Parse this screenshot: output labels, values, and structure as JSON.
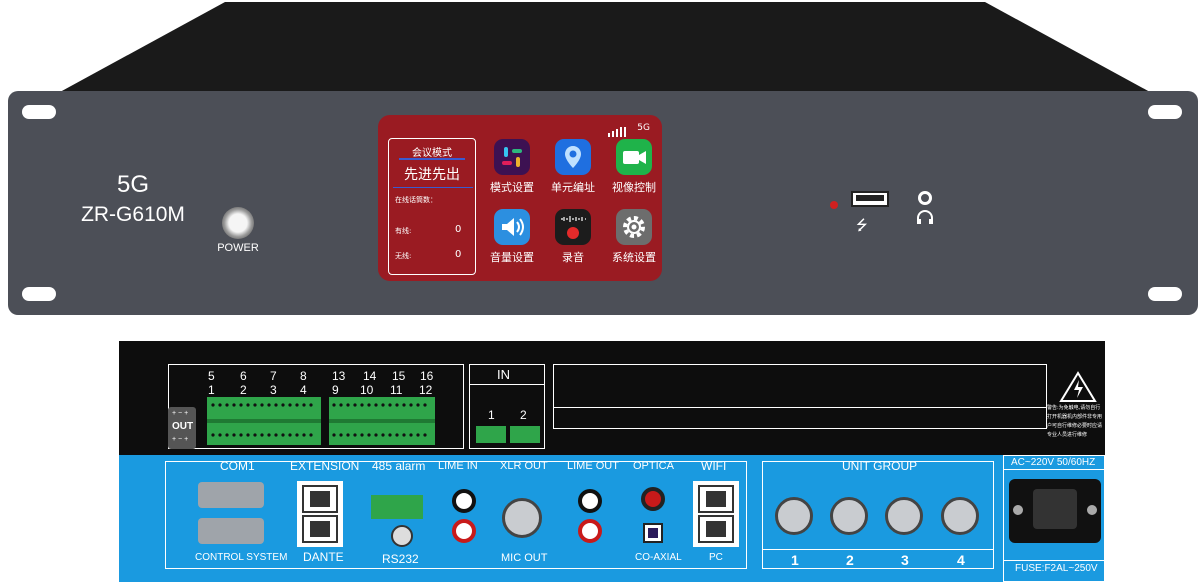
{
  "front": {
    "brand_line1": "5G",
    "brand_line2": "ZR-G610M",
    "power_label": "POWER",
    "screen": {
      "signal_label": "5G",
      "mode_title": "会议模式",
      "mode_value": "先进先出",
      "online_label": "在线话筒数：",
      "wired_label": "有线:",
      "wired_count": "0",
      "wireless_label": "无线:",
      "wireless_count": "0",
      "apps": [
        {
          "label": "模式设置",
          "icon": "slack-like-icon"
        },
        {
          "label": "单元编址",
          "icon": "location-pin-icon"
        },
        {
          "label": "视像控制",
          "icon": "video-camera-icon"
        },
        {
          "label": "音量设置",
          "icon": "speaker-icon"
        },
        {
          "label": "录音",
          "icon": "record-icon"
        },
        {
          "label": "系统设置",
          "icon": "gear-icon"
        }
      ]
    }
  },
  "rear": {
    "out_label": "OUT",
    "terminal_top": [
      "5",
      "6",
      "7",
      "8",
      "13",
      "14",
      "15",
      "16"
    ],
    "terminal_bottom": [
      "1",
      "2",
      "3",
      "4",
      "9",
      "10",
      "11",
      "12"
    ],
    "in_label": "IN",
    "in_ports": [
      "1",
      "2"
    ],
    "warning_lines": [
      "警告:为免触电,请勿自行",
      "打开机器机内部件非专用",
      "户可自行维修必要时应请",
      "专业人员进行维修"
    ],
    "ports_top": {
      "com1": "COM1",
      "extension": "EXTENSION",
      "alarm": "485 alarm",
      "lime_in": "LIME IN",
      "xlr_out": "XLR OUT",
      "lime_out": "LIME OUT",
      "optica": "OPTICA",
      "wifi": "WIFI",
      "unit_group": "UNIT GROUP",
      "ac": "AC~220V 50/60HZ"
    },
    "ports_bottom": {
      "control_system": "CONTROL SYSTEM",
      "dante": "DANTE",
      "rs232": "RS232",
      "mic_out": "MIC OUT",
      "co_axial": "CO-AXIAL",
      "pc": "PC",
      "fuse": "FUSE:F2AL~250V"
    },
    "unit_numbers": [
      "1",
      "2",
      "3",
      "4"
    ]
  },
  "colors": {
    "panel": "#4c4f57",
    "screen": "#9a1b22",
    "rear_blue": "#1a9ae0",
    "terminal_green": "#2fa54a"
  }
}
